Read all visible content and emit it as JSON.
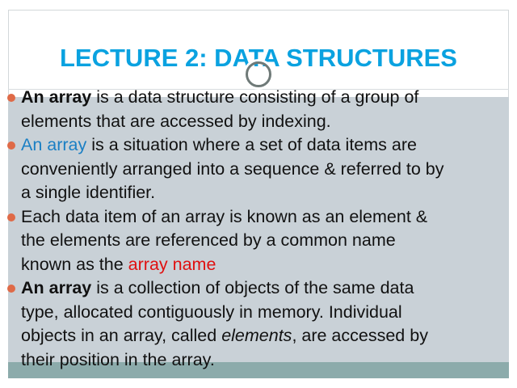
{
  "title": "LECTURE 2: DATA STRUCTURES",
  "bullets": [
    {
      "lead": "An array",
      "lines": [
        " is a data structure consisting of a group of",
        "elements that are accessed by indexing."
      ]
    },
    {
      "lead": "An array",
      "lines": [
        " is a situation where a set of data items are",
        "conveniently arranged into a sequence & referred to by",
        "a single identifier."
      ]
    },
    {
      "lines": [
        " Each data item of an array is known as an element &",
        "the elements are referenced by a common name",
        "known as the "
      ],
      "highlight": "array name"
    },
    {
      "lead": "An array",
      "lines": [
        " is a collection of objects of the same data",
        "type, allocated contiguously in memory. Individual",
        "objects in an array, called "
      ],
      "italic": "elements",
      "after": ", are accessed by",
      "last": "their position in the array."
    }
  ],
  "colors": {
    "title": "#0aa2e0",
    "bullet": "#df6a47",
    "panel": "#c9d1d7",
    "band": "#8cabab",
    "blue_text": "#1a7fc4",
    "red_text": "#e01010"
  }
}
